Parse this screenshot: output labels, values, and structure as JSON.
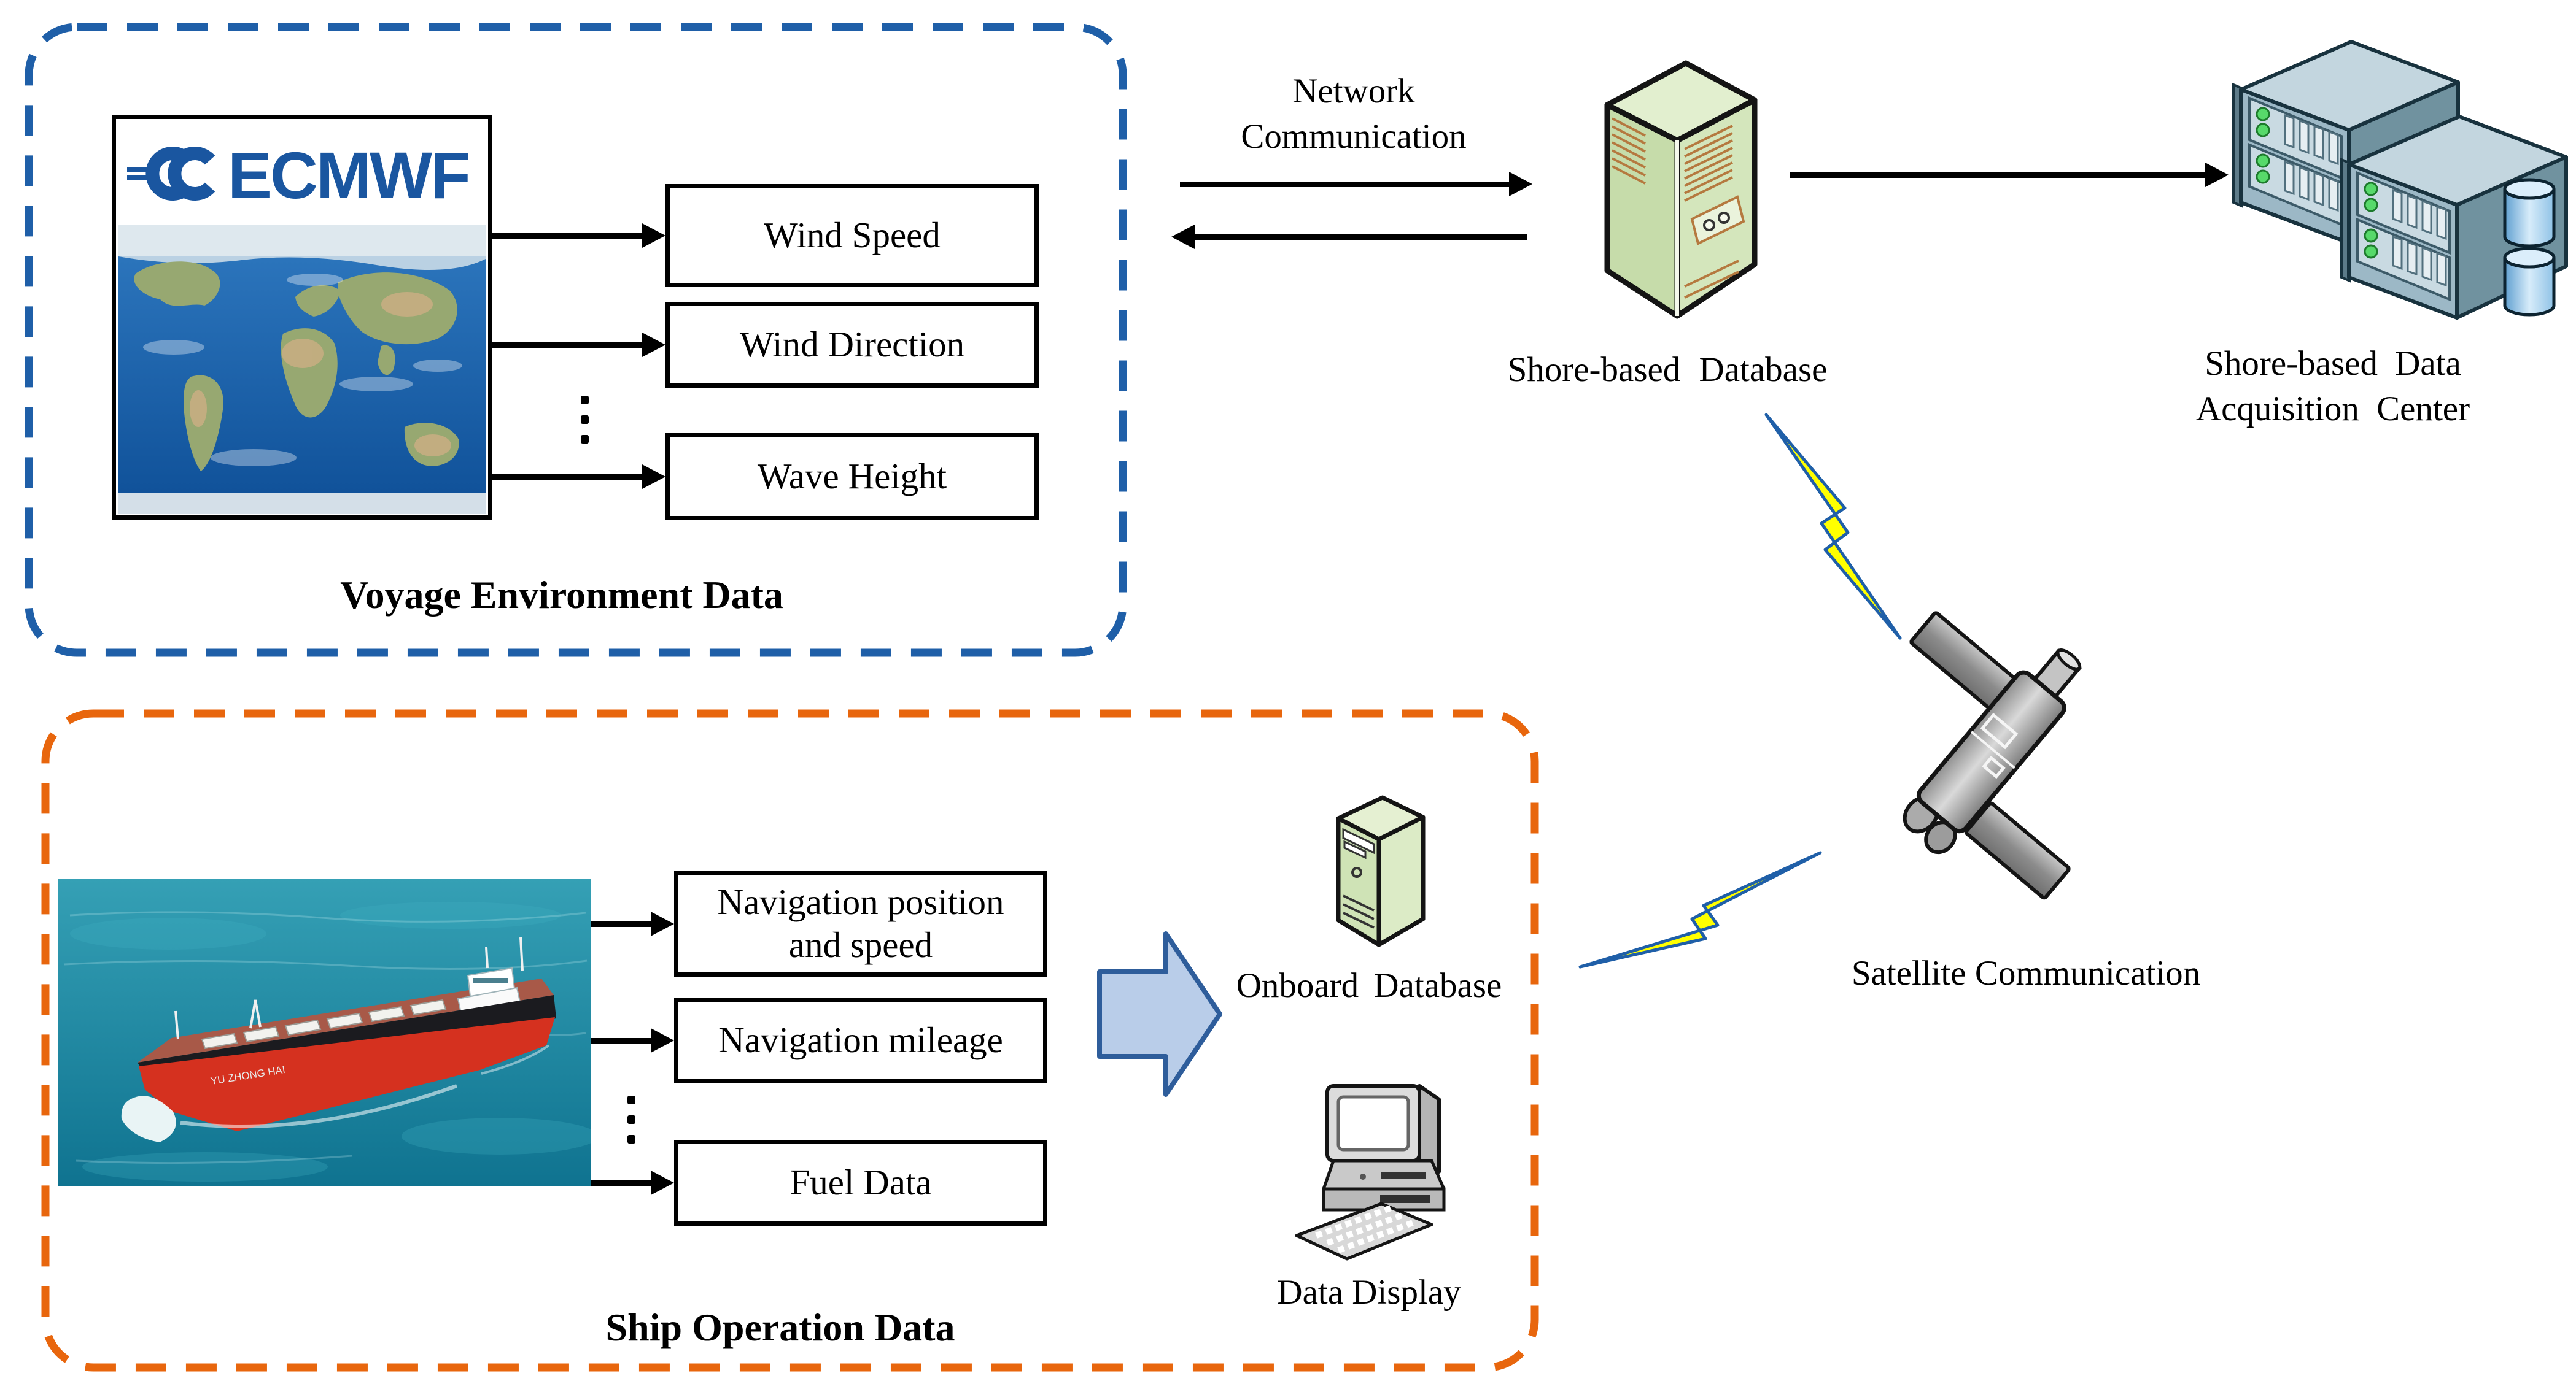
{
  "env": {
    "title": "Voyage Environment Data",
    "logo": "ECMWF",
    "boxes": [
      {
        "label": "Wind Speed"
      },
      {
        "label": "Wind Direction"
      },
      {
        "label": "Wave Height"
      }
    ]
  },
  "ship": {
    "title": "Ship Operation Data",
    "name_on_hull": "YU ZHONG HAI",
    "boxes": [
      {
        "line1": "Navigation position",
        "line2": "and speed"
      },
      {
        "line1": "Navigation mileage",
        "line2": ""
      },
      {
        "line1": "Fuel Data",
        "line2": ""
      }
    ]
  },
  "network": {
    "line1": "Network",
    "line2": "Communication"
  },
  "labels": {
    "shore_database": "Shore-based Database",
    "acq_line1": "Shore-based Data",
    "acq_line2": "Acquisition Center",
    "onboard_database": "Onboard Database",
    "data_display": "Data Display",
    "satellite": "Satellite Communication"
  },
  "colors": {
    "env_border": "#1f5fa8",
    "ship_border": "#e8660d",
    "bolt_fill": "#ffff00",
    "bolt_stroke": "#1f5fa8",
    "block_arrow_fill": "#b9cde9",
    "block_arrow_stroke": "#2e5d9b",
    "logo_blue": "#1a56a0",
    "server_green": "#c6dcaa",
    "rack_steel": "#8fb0c0",
    "sea_teal": "#1d8aa0",
    "hull_red": "#d5311f"
  }
}
